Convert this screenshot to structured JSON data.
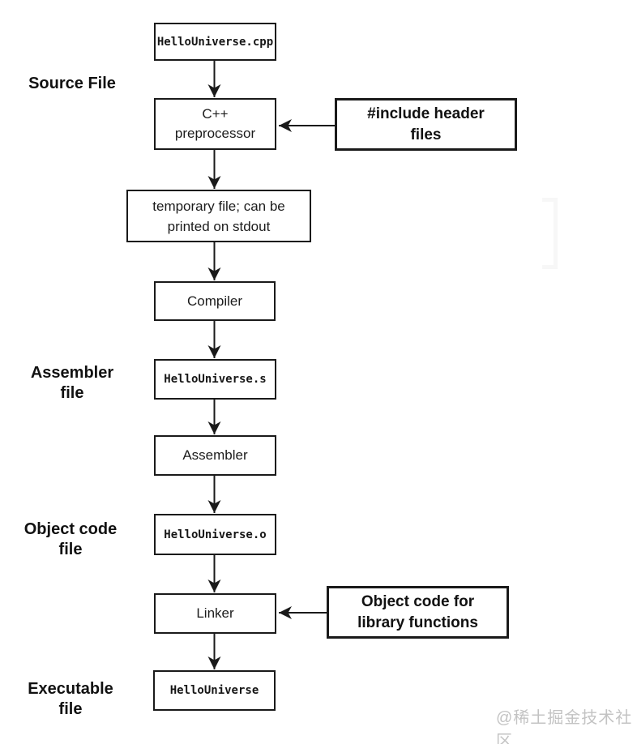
{
  "colors": {
    "box_border": "#1a1a1a",
    "text": "#161616",
    "watermark": "#c3c3c3",
    "background": "#ffffff"
  },
  "main_flow": {
    "cpp": {
      "label": "HelloUniverse.cpp"
    },
    "preprocessor": {
      "line1": "C++",
      "line2": "preprocessor"
    },
    "temp": {
      "line1": "temporary file; can be",
      "line2": "printed on stdout"
    },
    "compiler": {
      "label": "Compiler"
    },
    "asm_file": {
      "label": "HelloUniverse.s"
    },
    "assembler": {
      "label": "Assembler"
    },
    "obj_file": {
      "label": "HelloUniverse.o"
    },
    "linker": {
      "label": "Linker"
    },
    "executable": {
      "label": "HelloUniverse"
    }
  },
  "callouts": {
    "include": {
      "line1": "#include header",
      "line2": "files"
    },
    "library": {
      "line1": "Object code for",
      "line2": "library functions"
    }
  },
  "side_labels": {
    "source": {
      "text": "Source File"
    },
    "assembler": {
      "line1": "Assembler",
      "line2": "file"
    },
    "object": {
      "line1": "Object code",
      "line2": "file"
    },
    "executable": {
      "line1": "Executable",
      "line2": "file"
    }
  },
  "watermark": "@稀土掘金技术社区"
}
